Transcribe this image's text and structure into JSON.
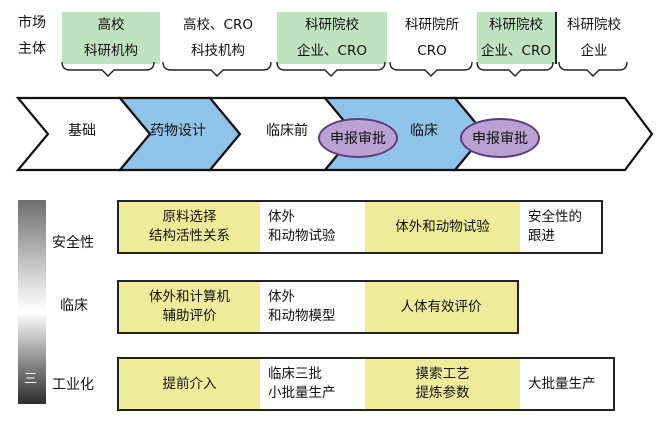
{
  "market": {
    "label_line1": "市场",
    "label_line2": "主体",
    "cells": [
      {
        "line1": "高校",
        "line2": "科研机构"
      },
      {
        "line1": "高校、CRO",
        "line2": "科技机构"
      },
      {
        "line1": "科研院校",
        "line2": "企业、CRO"
      },
      {
        "line1": "科研院所",
        "line2": "CRO"
      },
      {
        "line1": "科研院校",
        "line2": "企业、CRO"
      },
      {
        "line1": "科研院校",
        "line2": "企业"
      }
    ]
  },
  "flow": {
    "stages": [
      "基础",
      "药物设计",
      "临床前",
      "临床"
    ],
    "approvals": [
      "申报审批",
      "申报审批"
    ],
    "colors": {
      "white": "#ffffff",
      "blue": "#8fc3ea",
      "oval": "#b9a1d4"
    }
  },
  "rows": [
    {
      "label": "安全性",
      "cells": [
        {
          "lines": [
            "原料选择",
            "结构活性关系"
          ]
        },
        {
          "lines": [
            "体外",
            "和动物试验"
          ]
        },
        {
          "lines": [
            "体外和动物试验"
          ]
        },
        {
          "lines": [
            "安全性的",
            "跟进"
          ]
        }
      ]
    },
    {
      "label": "临床",
      "cells": [
        {
          "lines": [
            "体外和计算机",
            "辅助评价"
          ]
        },
        {
          "lines": [
            "体外",
            "和动物模型"
          ]
        },
        {
          "lines": [
            "人体有效评价"
          ]
        }
      ]
    },
    {
      "label": "工业化",
      "side_mark": "三",
      "cells": [
        {
          "lines": [
            "提前介入"
          ]
        },
        {
          "lines": [
            "临床三批",
            "小批量生产"
          ]
        },
        {
          "lines": [
            "摸索工艺",
            "提炼参数"
          ]
        },
        {
          "lines": [
            "大批量生产"
          ]
        }
      ]
    }
  ],
  "colors": {
    "green": "#bfe3bf",
    "yellow": "#eeec98"
  }
}
